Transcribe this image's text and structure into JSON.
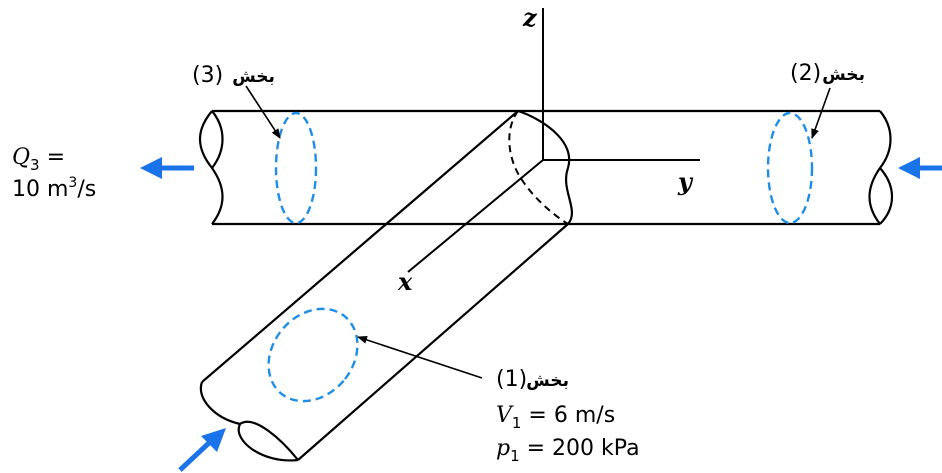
{
  "axes": {
    "z": "z",
    "y": "y",
    "x": "x"
  },
  "sections": {
    "s1": {
      "num": "(1)",
      "word": "بخش"
    },
    "s2": {
      "num": "(2)",
      "word": "بخش"
    },
    "s3": {
      "num": "(3)",
      "word": "بخش"
    }
  },
  "inflow1": {
    "v_sym": "V",
    "v_sub": "1",
    "v_val": " = 6 m/s",
    "p_sym": "p",
    "p_sub": "1",
    "p_val": " = 200 kPa"
  },
  "outflow3": {
    "q_sym": "Q",
    "q_sub": "3",
    "q_eq": " =",
    "q_val": "10 m",
    "q_exp": "3",
    "q_unit": "/s"
  },
  "colors": {
    "flow_arrow": "#1a73e8",
    "section_outline": "#1f8ee6",
    "pipe_outline": "#000000"
  }
}
